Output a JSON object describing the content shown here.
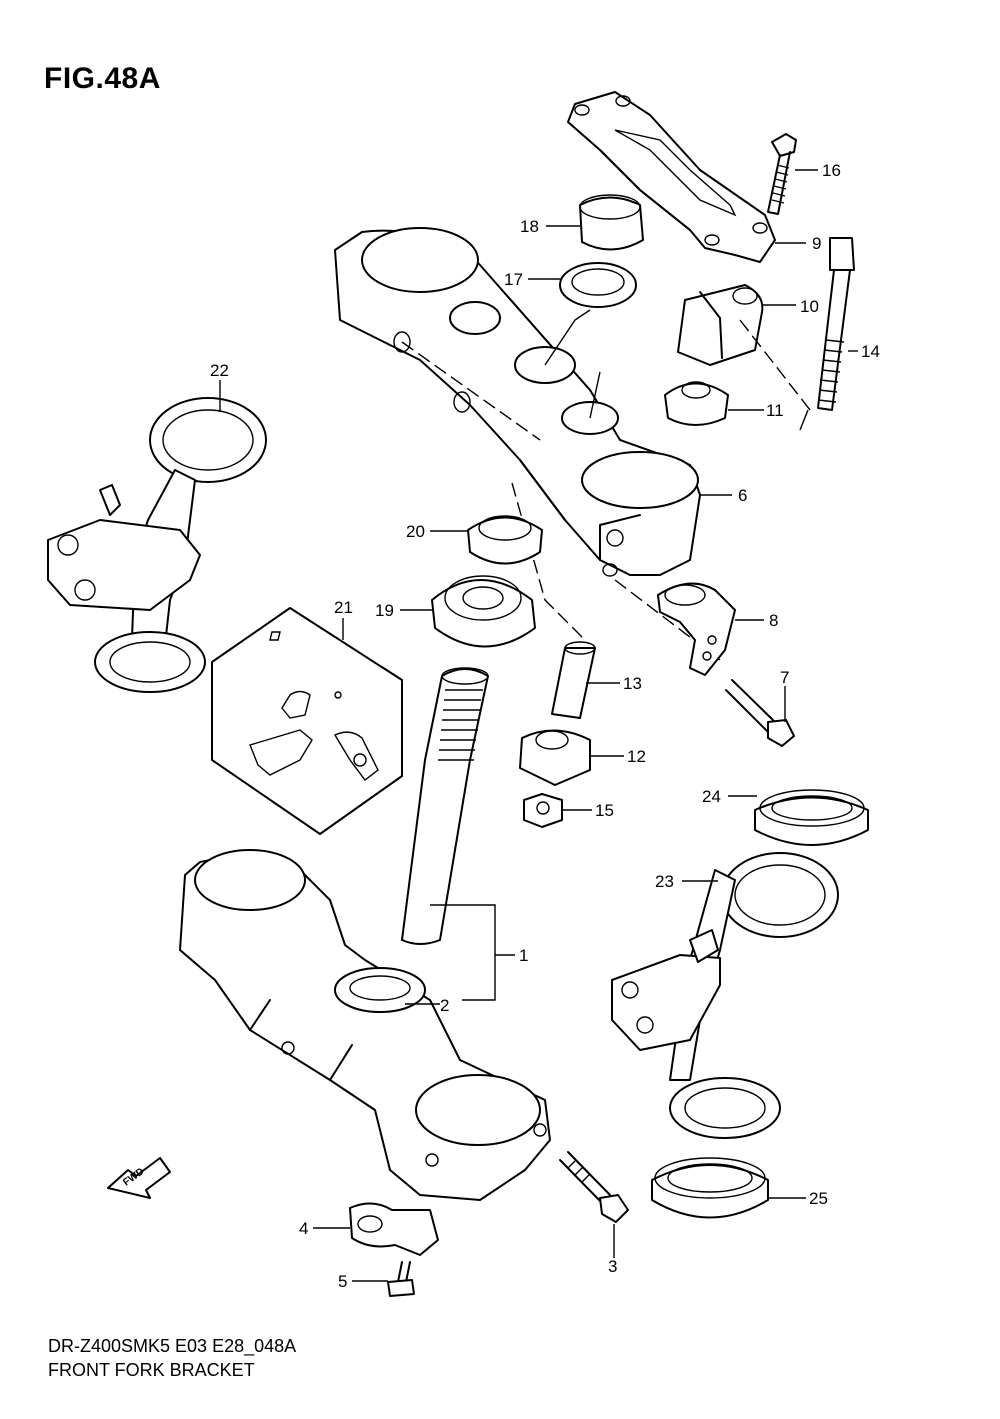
{
  "figure": {
    "title": "FIG.48A",
    "model_code": "DR-Z400SMK5  E03  E28_048A",
    "part_name": "FRONT FORK BRACKET",
    "fwd_label": "FWD"
  },
  "callouts": [
    "1",
    "2",
    "3",
    "4",
    "5",
    "6",
    "7",
    "8",
    "9",
    "10",
    "11",
    "12",
    "13",
    "14",
    "15",
    "16",
    "17",
    "18",
    "19",
    "20",
    "21",
    "22",
    "23",
    "24",
    "25"
  ]
}
